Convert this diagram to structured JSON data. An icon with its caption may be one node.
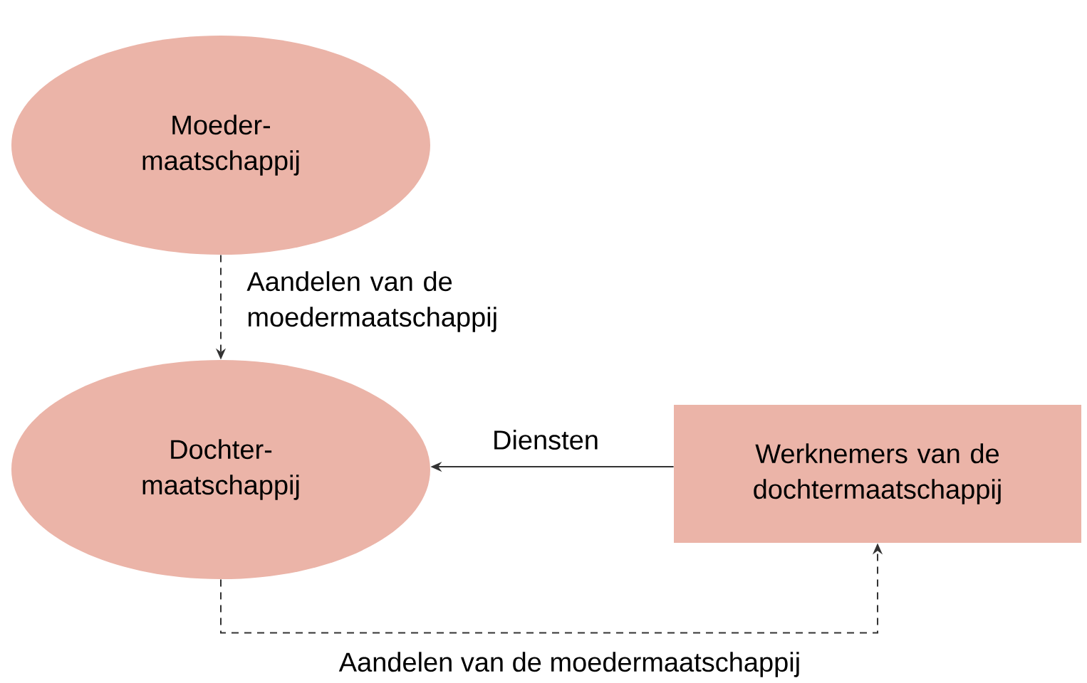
{
  "diagram": {
    "nodes": [
      {
        "text": [
          "Moeder- maatschappij"
        ]
      },
      {
        "text": [
          "Dochter- maatschappij"
        ]
      },
      {
        "text": [
          "Werknemers van de dochtermaatschappij"
        ]
      }
    ],
    "edges": [
      {
        "from": 0,
        "to": 1,
        "arrow": "to",
        "style": "dashed",
        "label": "Aandelen van de moedermaatschappij"
      },
      {
        "from": 2,
        "to": 1,
        "arrow": "to",
        "label": "Diensten"
      },
      {
        "from": 1,
        "to": 2,
        "arrow": "to",
        "style": "dashed",
        "label": "Aandelen van de moedermaatschappij"
      }
    ]
  }
}
